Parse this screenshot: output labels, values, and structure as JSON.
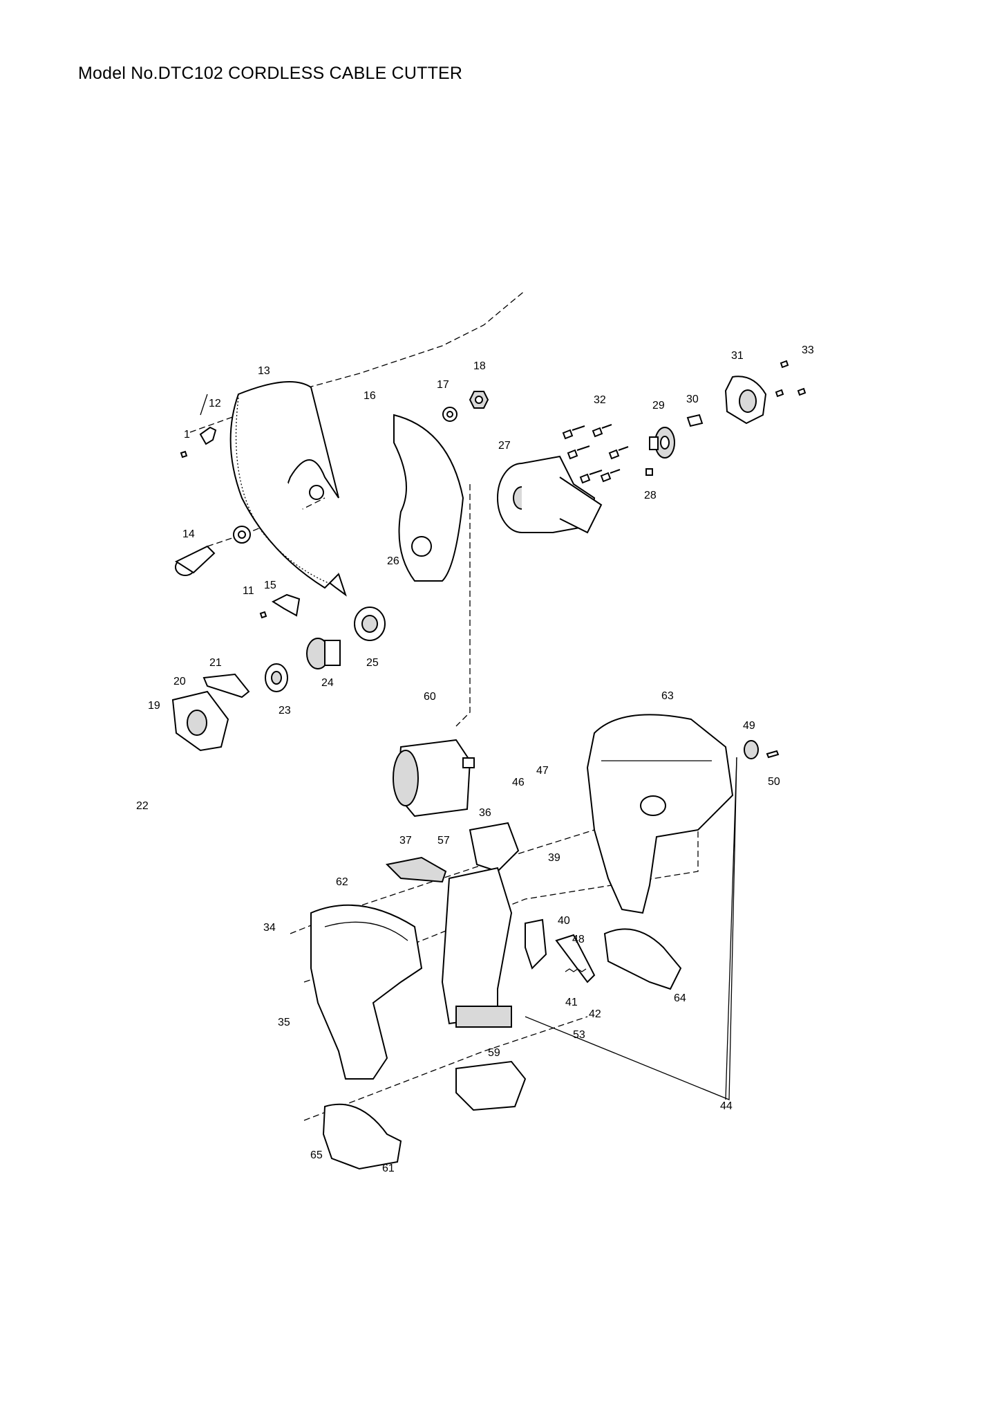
{
  "document": {
    "title": "Model No.DTC102 CORDLESS CABLE CUTTER"
  },
  "callouts": [
    "1",
    "11",
    "12",
    "13",
    "14",
    "15",
    "16",
    "17",
    "18",
    "19",
    "20",
    "21",
    "22",
    "23",
    "24",
    "25",
    "26",
    "27",
    "28",
    "29",
    "30",
    "31",
    "32",
    "33",
    "34",
    "35",
    "36",
    "37",
    "39",
    "40",
    "41",
    "42",
    "44",
    "46",
    "47",
    "48",
    "49",
    "50",
    "53",
    "57",
    "59",
    "60",
    "61",
    "62",
    "63",
    "64",
    "65"
  ]
}
